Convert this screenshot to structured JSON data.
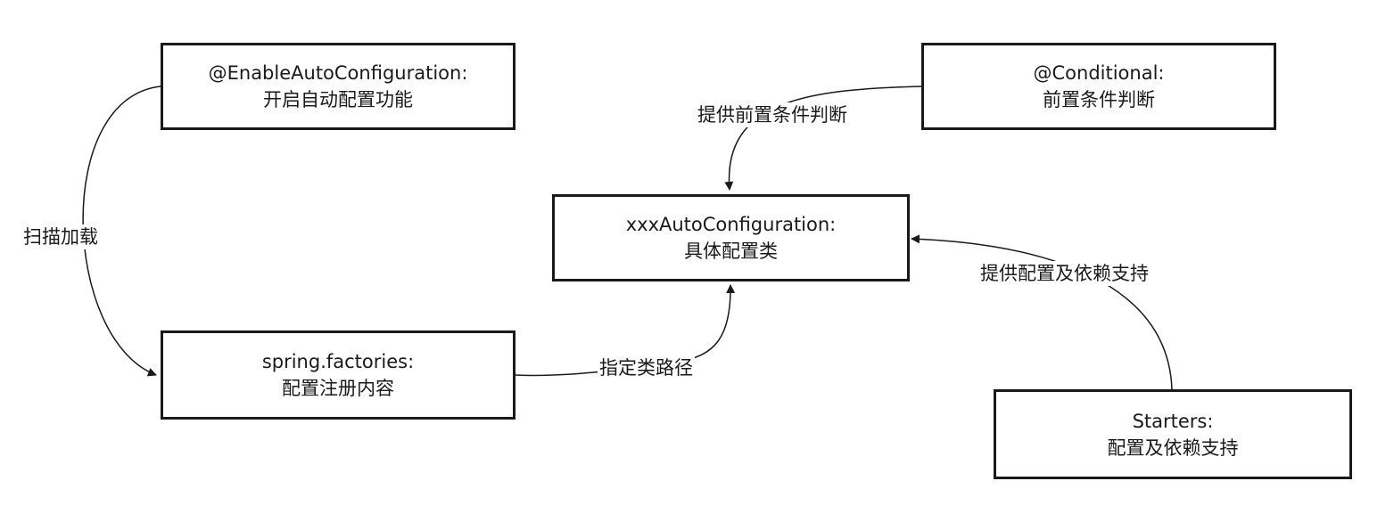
{
  "nodes": {
    "enable": {
      "title": "@EnableAutoConfiguration:",
      "desc": "开启自动配置功能"
    },
    "conditional": {
      "title": "@Conditional:",
      "desc": "前置条件判断"
    },
    "auto": {
      "title": "xxxAutoConfiguration:",
      "desc": "具体配置类"
    },
    "factories": {
      "title": "spring.factories:",
      "desc": "配置注册内容"
    },
    "starters": {
      "title": "Starters:",
      "desc": "配置及依赖支持"
    }
  },
  "edges": {
    "scan": "扫描加载",
    "conditional_provide": "提供前置条件判断",
    "specify_path": "指定类路径",
    "starters_provide": "提供配置及依赖支持"
  }
}
